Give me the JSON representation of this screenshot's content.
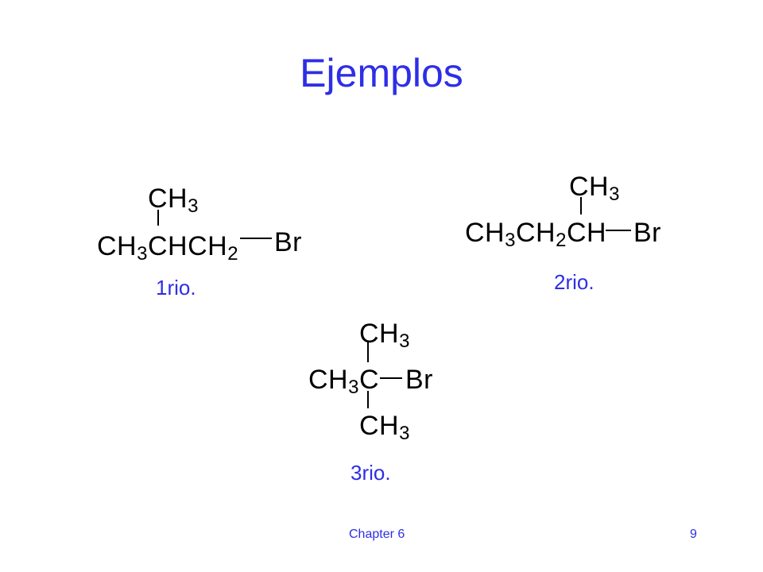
{
  "slide": {
    "title": "Ejemplos",
    "footer": {
      "chapter": "Chapter 6",
      "page": "9"
    }
  },
  "molecules": [
    {
      "label": "1rio.",
      "top": {
        "main": "CH",
        "sub": "3"
      },
      "chain": [
        {
          "main": "CH",
          "sub": "3"
        },
        {
          "main": "CHCH",
          "sub": "2"
        }
      ],
      "substituent": "Br"
    },
    {
      "label": "2rio.",
      "top": {
        "main": "CH",
        "sub": "3"
      },
      "chain": [
        {
          "main": "CH",
          "sub": "3"
        },
        {
          "main": "CH",
          "sub": "2"
        },
        {
          "main": "CH",
          "sub": ""
        }
      ],
      "substituent": "Br"
    },
    {
      "label": "3rio.",
      "top": {
        "main": "CH",
        "sub": "3"
      },
      "chain": [
        {
          "main": "CH",
          "sub": "3"
        },
        {
          "main": "C",
          "sub": ""
        }
      ],
      "substituent": "Br",
      "bottom": {
        "main": "CH",
        "sub": "3"
      }
    }
  ]
}
